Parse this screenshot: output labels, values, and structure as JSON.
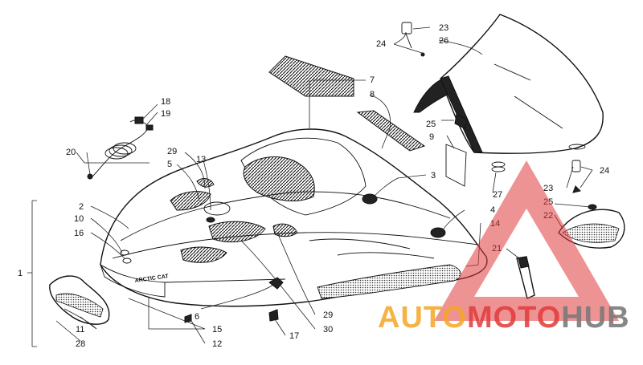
{
  "labels": {
    "p1": "1",
    "p2": "2",
    "p3": "3",
    "p4": "4",
    "p5": "5",
    "p6": "6",
    "p7": "7",
    "p8": "8",
    "p9": "9",
    "p10": "10",
    "p11": "11",
    "p12": "12",
    "p13": "13",
    "p14": "14",
    "p15": "15",
    "p16": "16",
    "p17": "17",
    "p18": "18",
    "p19": "19",
    "p20": "20",
    "p21": "21",
    "p22": "22",
    "p23a": "23",
    "p23b": "23",
    "p24a": "24",
    "p24b": "24",
    "p25a": "25",
    "p25b": "25",
    "p26": "26",
    "p27": "27",
    "p28": "28",
    "p29a": "29",
    "p29b": "29",
    "p30": "30"
  },
  "hood_decal": "ARCTIC CAT",
  "watermark": {
    "part1": "AUTO",
    "part2": "MOTO",
    "part3": "HUB",
    "color_orange": "#f5a623",
    "color_red": "#e03a3a",
    "color_gray": "#7a7a7a"
  }
}
